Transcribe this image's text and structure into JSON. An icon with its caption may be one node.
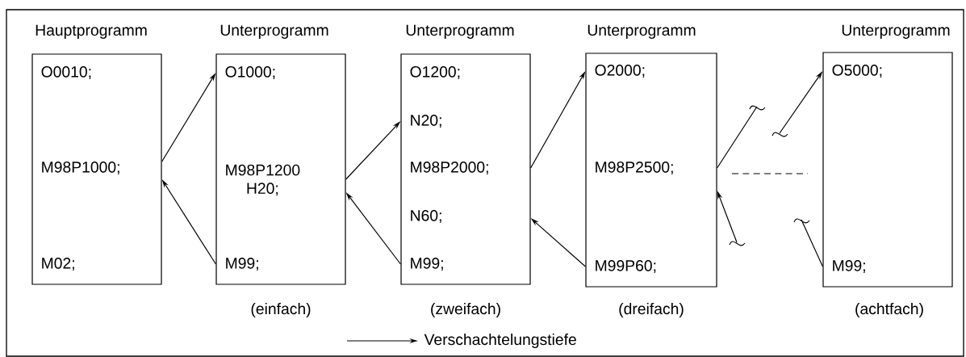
{
  "diagram": {
    "nodes": [
      {
        "text": [
          "Hauptprogramm",
          "O0010;",
          "M98P1000;",
          "M02;"
        ]
      },
      {
        "text": [
          "Unterprogramm",
          "O1000;",
          "M98P1200 H20;",
          "M99;"
        ],
        "beside": [
          "(einfach)"
        ]
      },
      {
        "text": [
          "Unterprogramm",
          "O1200;",
          "N20;",
          "M98P2000;",
          "N60;",
          "M99;"
        ],
        "beside": [
          "(zweifach)"
        ]
      },
      {
        "text": [
          "Unterprogramm",
          "O2000;",
          "M98P2500;",
          "M99P60;"
        ],
        "beside": [
          "(dreifach)"
        ]
      },
      {
        "text": [
          "Unterprogramm",
          "O5000;",
          "M99;"
        ],
        "beside": [
          "(achtfach)"
        ]
      }
    ],
    "edges": [
      {
        "from": 0,
        "to": 1,
        "arrow": "to"
      },
      {
        "from": 1,
        "to": 0,
        "arrow": "to"
      },
      {
        "from": 1,
        "to": 2,
        "arrow": "to"
      },
      {
        "from": 2,
        "to": 1,
        "arrow": "to"
      },
      {
        "from": 2,
        "to": 3,
        "arrow": "to"
      },
      {
        "from": 3,
        "to": 2,
        "arrow": "to"
      },
      {
        "from": 3,
        "to": null,
        "arrow": "none"
      },
      {
        "from": null,
        "to": 4,
        "arrow": "to"
      },
      {
        "from": 4,
        "to": null,
        "arrow": "none"
      },
      {
        "from": null,
        "to": 3,
        "arrow": "to"
      }
    ],
    "legend": [
      {
        "text": "Verschachtelungstiefe"
      }
    ]
  }
}
